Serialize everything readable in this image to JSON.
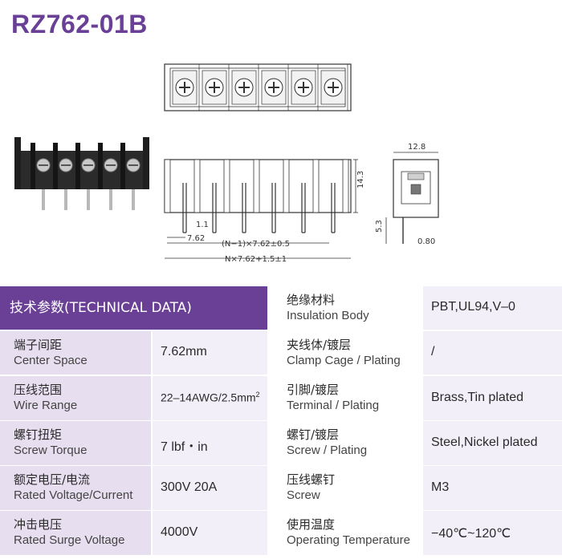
{
  "title": "RZ762-01B",
  "drawing": {
    "dims": {
      "width_top": "12.8",
      "height": "14.3",
      "pin_length": "5.3",
      "pin_width": "0.80",
      "pin_spacing_small": "1.1",
      "pitch": "7.62",
      "span_inner": "(N−1)×7.62±0.5",
      "span_total": "N×7.62+1.5±1"
    }
  },
  "technical_header": "技术参数(TECHNICAL DATA)",
  "left_rows": [
    {
      "cn": "端子间距",
      "en": "Center Space",
      "value": "7.62mm"
    },
    {
      "cn": "压线范围",
      "en": "Wire Range",
      "value": "22–14AWG/2.5mm",
      "sup": "2"
    },
    {
      "cn": "螺钉扭矩",
      "en": "Screw Torque",
      "value": "7 lbf・in"
    },
    {
      "cn": "额定电压/电流",
      "en": "Rated Voltage/Current",
      "value": "300V 20A"
    },
    {
      "cn": "冲击电压",
      "en": "Rated Surge Voltage",
      "value": "4000V"
    }
  ],
  "right_rows": [
    {
      "cn": "绝缘材料",
      "en": "Insulation Body",
      "value": "PBT,UL94,V–0"
    },
    {
      "cn": "夹线体/镀层",
      "en": "Clamp Cage / Plating",
      "value": "/"
    },
    {
      "cn": "引脚/镀层",
      "en": "Terminal / Plating",
      "value": "Brass,Tin plated"
    },
    {
      "cn": "螺钉/镀层",
      "en": "Screw / Plating",
      "value": "Steel,Nickel plated"
    },
    {
      "cn": "压线螺钉",
      "en": "Screw",
      "value": "M3"
    },
    {
      "cn": "使用温度",
      "en": "Operating Temperature",
      "value": "−40℃~120℃"
    }
  ],
  "colors": {
    "accent": "#6a3f96",
    "label_bg": "#e7dff0",
    "value_bg": "#f3eff8"
  }
}
